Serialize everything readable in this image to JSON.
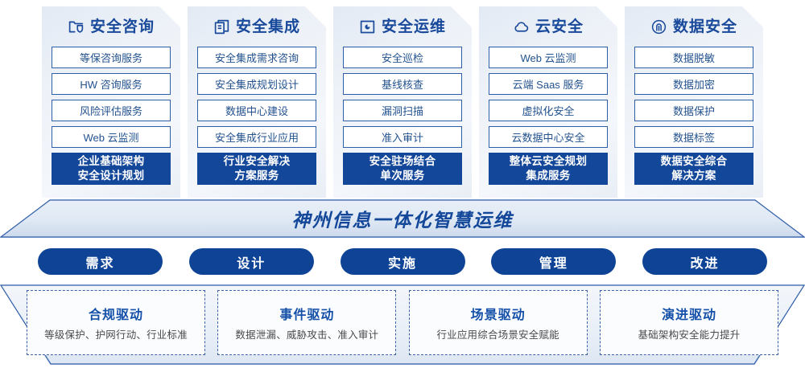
{
  "columns": [
    {
      "icon": "folder-shield-icon",
      "title": "安全咨询",
      "items": [
        "等保咨询服务",
        "HW 咨询服务",
        "风险评估服务",
        "Web 云监测"
      ],
      "highlight": [
        "企业基础架构",
        "安全设计规划"
      ]
    },
    {
      "icon": "copy-documents-icon",
      "title": "安全集成",
      "items": [
        "安全集成需求咨询",
        "安全集成规划设计",
        "数据中心建设",
        "安全集成行业应用"
      ],
      "highlight": [
        "行业安全解决",
        "方案服务"
      ]
    },
    {
      "icon": "monitor-chart-icon",
      "title": "安全运维",
      "items": [
        "安全巡检",
        "基线核查",
        "漏洞扫描",
        "准入审计"
      ],
      "highlight": [
        "安全驻场结合",
        "单次服务"
      ]
    },
    {
      "icon": "cloud-icon",
      "title": "云安全",
      "items": [
        "Web 云监测",
        "云端 Saas 服务",
        "虚拟化安全",
        "云数据中心安全"
      ],
      "highlight": [
        "整体云安全规划",
        "集成服务"
      ]
    },
    {
      "icon": "fingerprint-icon",
      "title": "数据安全",
      "items": [
        "数据脱敏",
        "数据加密",
        "数据保护",
        "数据标签"
      ],
      "highlight": [
        "数据安全综合",
        "解决方案"
      ]
    }
  ],
  "banner": {
    "text": "神州信息一体化智慧运维"
  },
  "pills": [
    {
      "label": "需求"
    },
    {
      "label": "设计"
    },
    {
      "label": "实施"
    },
    {
      "label": "管理"
    },
    {
      "label": "改进"
    }
  ],
  "drivers": [
    {
      "title": "合规驱动",
      "desc": "等级保护、护网行动、行业标准"
    },
    {
      "title": "事件驱动",
      "desc": "数据泄漏、威胁攻击、准入审计"
    },
    {
      "title": "场景驱动",
      "desc": "行业应用综合场景安全赋能"
    },
    {
      "title": "演进驱动",
      "desc": "基础架构安全能力提升"
    }
  ],
  "colors": {
    "brand_blue": "#13479a",
    "accent_blue": "#2f5ea8",
    "pill_blue": "#0e4396",
    "panel_bg": "#e9eef6"
  }
}
